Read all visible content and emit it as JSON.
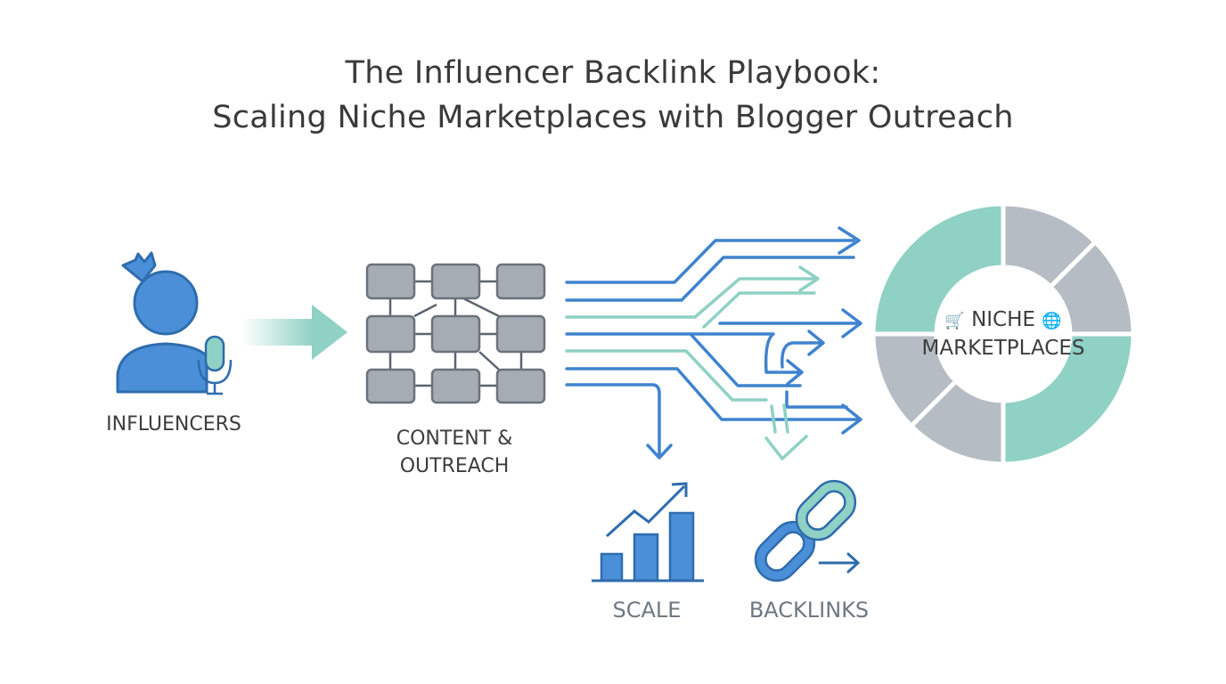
{
  "title": {
    "line1": "The Influencer Backlink Playbook:",
    "line2": "Scaling Niche Marketplaces with Blogger Outreach"
  },
  "nodes": {
    "influencers": "INFLUENCERS",
    "content_line1": "CONTENT &",
    "content_line2": "OUTREACH",
    "scale": "SCALE",
    "backlinks": "BACKLINKS",
    "market_line1": "NICHE",
    "market_line2": "MARKETPLACES"
  },
  "icons": {
    "cart": "🛒",
    "globe": "🌐"
  },
  "colors": {
    "blue": "#4a8fd8",
    "dark_blue": "#2f6cad",
    "teal": "#8fd1c4",
    "gray": "#b5bcc3"
  }
}
